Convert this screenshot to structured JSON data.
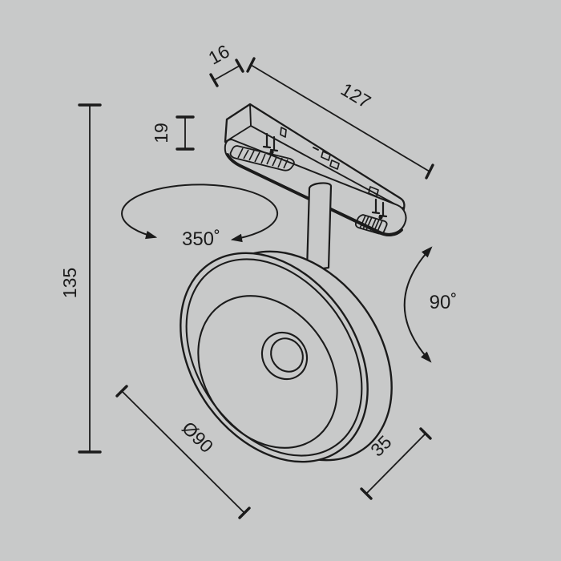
{
  "meta": {
    "type": "product-dimension-drawing",
    "background_color": "#c8c9c9",
    "ink_color": "#1b1b1b"
  },
  "labels": {
    "adapter_width": "16",
    "adapter_length": "127",
    "adapter_height": "19",
    "pan_rotation": "350˚",
    "overall_height": "135",
    "tilt_rotation": "90˚",
    "head_diameter": "Ø90",
    "head_depth": "35"
  }
}
